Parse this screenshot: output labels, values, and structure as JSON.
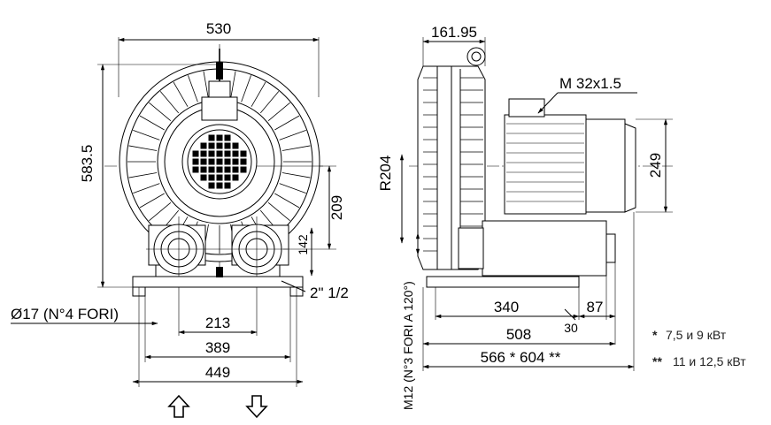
{
  "front_view": {
    "dim_width_top": "530",
    "dim_height": "583.5",
    "dim_inlet_height": "209",
    "dim_small_height": "142",
    "dim_thread": "2\" 1/2",
    "dim_foot_hole": "Ø17 (N°4 FORI)",
    "dim_213": "213",
    "dim_389": "389",
    "dim_449": "449"
  },
  "side_view": {
    "dim_161": "161.95",
    "dim_m32": "M 32x1.5",
    "dim_r204": "R204",
    "dim_249": "249",
    "dim_m12": "M12 (N°3 FORI A 120°)",
    "dim_340": "340",
    "dim_87": "87",
    "dim_30": "30",
    "dim_508": "508",
    "dim_566": "566 * 604 **"
  },
  "notes": {
    "note1_mark": "*",
    "note1_text": "7,5 и 9 кВт",
    "note2_mark": "**",
    "note2_text": "11 и 12,5 кВт"
  },
  "arrows": {
    "inlet_icon": "arrow-up-icon",
    "outlet_icon": "arrow-down-icon"
  }
}
